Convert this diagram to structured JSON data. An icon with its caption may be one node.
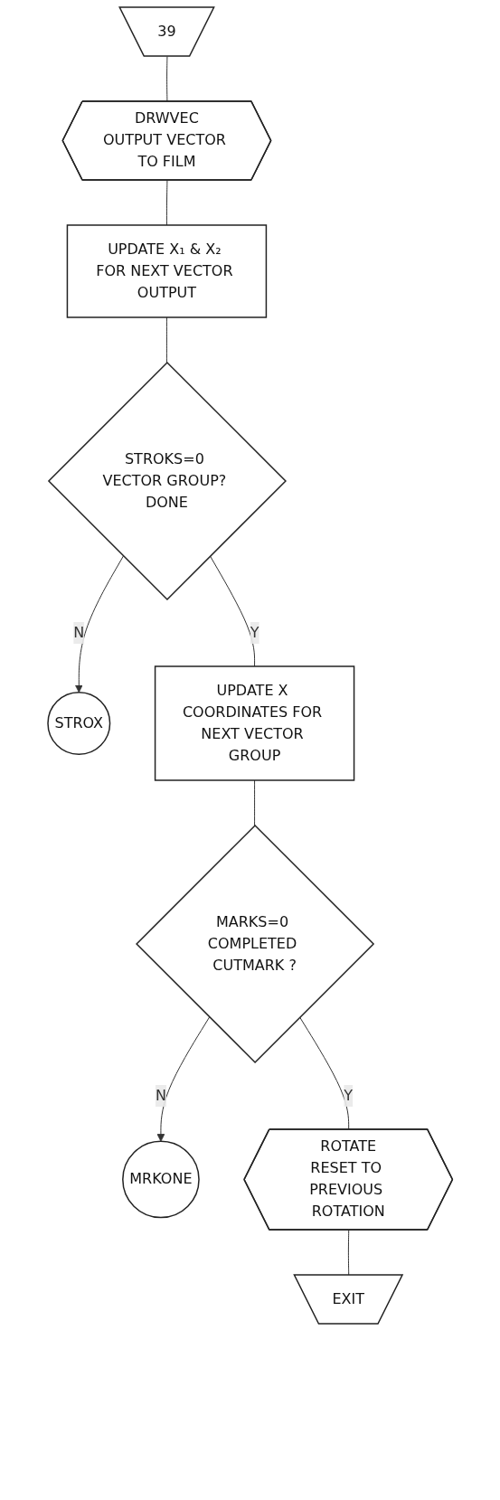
{
  "diagram": {
    "nodes": [
      {
        "text": [
          "39"
        ]
      },
      {
        "text": [
          "DRWVEC",
          "OUTPUT VECTOR TO FILM"
        ]
      },
      {
        "text": [
          "UPDATE X₁ & X₂ FOR NEXT VECTOR OUTPUT"
        ]
      },
      {
        "text": [
          "STROKS=0 VECTOR GROUP? DONE"
        ]
      },
      {
        "text": [
          "STROX"
        ]
      },
      {
        "text": [
          "UPDATE X COORDINATES FOR NEXT VECTOR GROUP"
        ]
      },
      {
        "text": [
          "MARKS=0 COMPLETED CUTMARK ?"
        ]
      },
      {
        "text": [
          "MRKONE"
        ]
      },
      {
        "text": [
          "ROTATE",
          "RESET TO PREVIOUS ROTATION"
        ]
      },
      {
        "text": [
          "EXIT"
        ]
      }
    ],
    "edges": [
      {
        "from": 0,
        "to": 1,
        "arrow": "none"
      },
      {
        "from": 1,
        "to": 2,
        "arrow": "none"
      },
      {
        "from": 2,
        "to": 3,
        "arrow": "none"
      },
      {
        "from": 3,
        "to": 4,
        "arrow": "to",
        "label": "N"
      },
      {
        "from": 3,
        "to": 5,
        "arrow": "none",
        "label": "Y"
      },
      {
        "from": 5,
        "to": 6,
        "arrow": "none"
      },
      {
        "from": 6,
        "to": 7,
        "arrow": "to",
        "label": "N"
      },
      {
        "from": 6,
        "to": 8,
        "arrow": "none",
        "label": "Y"
      },
      {
        "from": 8,
        "to": 9,
        "arrow": "none"
      }
    ]
  }
}
